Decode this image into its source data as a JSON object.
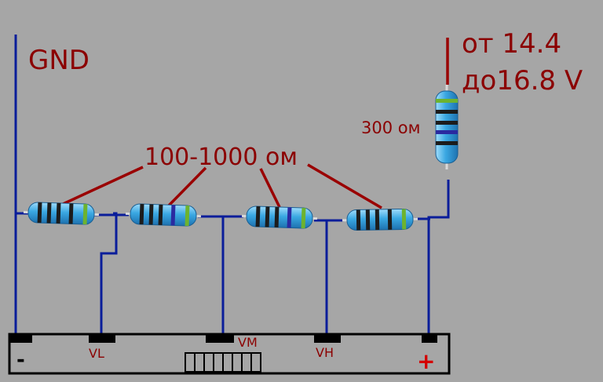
{
  "labels": {
    "gnd": "GND",
    "supply_line1": "от 14.4",
    "supply_line2": "до16.8 V",
    "series_resistor": "300 ом",
    "divider_resistors": "100-1000 ом"
  },
  "board": {
    "minus": "-",
    "plus": "+",
    "vl": "VL",
    "vm": "VM",
    "vh": "VH"
  },
  "colors": {
    "background": "#a6a6a6",
    "wire": "#0a1d9a",
    "red_wire": "#9a0000",
    "label_text": "#8b0000",
    "resistor_body": "#39a9e0",
    "plus_sign": "#d40000"
  }
}
